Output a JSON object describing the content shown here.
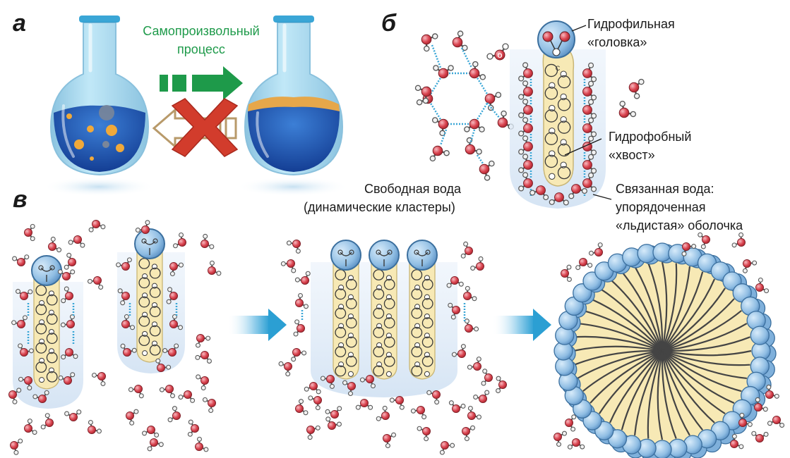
{
  "panels": {
    "a": "а",
    "b": "б",
    "c": "в"
  },
  "labels": {
    "spontaneous_line1": "Самопроизвольный",
    "spontaneous_line2": "процесс",
    "hydrophilic_line1": "Гидрофильная",
    "hydrophilic_line2": "«головка»",
    "hydrophobic_line1": "Гидрофобный",
    "hydrophobic_line2": "«хвост»",
    "free_water_line1": "Свободная вода",
    "free_water_line2": "(динамические кластеры)",
    "bound_water_line1": "Связанная вода:",
    "bound_water_line2": "упорядоченная",
    "bound_water_line3": "«льдистая» оболочка"
  },
  "atom_labels": {
    "oxygen": "O",
    "carbon": "C"
  },
  "colors": {
    "water_oxygen": "#d9434f",
    "water_hydrogen": "#8a8a8a",
    "head": "#8fbde3",
    "tail": "#f7e9b5",
    "shell": "#dde9f6",
    "arrow_green": "#1e9a4a",
    "arrow_blue": "#2b9fd3",
    "cross_red": "#d23c2c",
    "flask_glass": "#4fb7df",
    "flask_liquid": "#1d56b8",
    "oil": "#e6a74a"
  }
}
